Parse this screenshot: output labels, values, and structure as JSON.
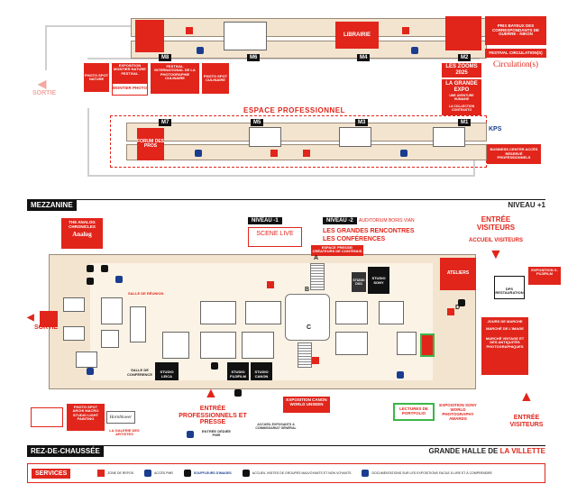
{
  "levels": {
    "mezzanine": "MEZZANINE",
    "niveau_plus1": "NIVEAU +1",
    "rdc": "REZ-DE-CHAUSSÉE",
    "hall_prefix": "GRANDE HALLE DE",
    "hall_name": "LA VILLETTE"
  },
  "upper": {
    "sortie": "SORTIE",
    "espace_pro": "ESPACE PROFESSIONNEL",
    "m_labels": [
      "M8",
      "M6",
      "M4",
      "M2",
      "M7",
      "M5",
      "M3",
      "M1"
    ],
    "librairie": "LIBRAIRIE",
    "forum_pros": "FORUM DES PROS",
    "prix_bayeux": "PRIX BAYEUX DES CORRESPONDANTS DE GUERRE - NIKON",
    "festival_circulation": "FESTIVAL CIRCULATION(S)",
    "circulations_logo": "Circulation(s)",
    "les_zooms": "LES ZOOMS 2025",
    "grande_expo": "LA GRANDE EXPO",
    "grande_expo_sub": "UNE AVENTURE HUMAINE",
    "collection": "LA COLLECTION CONTRASTO",
    "business": "BUSINESS CENTER ACCÈS RÉSERVÉ PROFESSIONNELS",
    "kps": "KPS",
    "photo_spot_nature": "PHOTO SPOT NATURE",
    "expo_montier": "EXPOSITION MONTIER NATURE FESTIVAL",
    "montier_logo": "MONTIER PHOTO",
    "festival_intl": "FESTIVAL INTERNATIONAL DE LA PHOTOGRAPHIE CULINAIRE",
    "photo_spot_culinaire": "PHOTO SPOT CULINAIRE"
  },
  "lower": {
    "niveau_moins1": "NIVEAU -1",
    "niveau_moins2": "NIVEAU -2",
    "auditorium": "AUDITORIUM BORIS VIAN",
    "scene_live": "SCENE LIVE",
    "grandes_rencontres": "LES GRANDES RENCONTRES",
    "conferences": "LES CONFÉRENCES",
    "espace_presse": "ESPACE PRESSE/ CRÉATEURS DE CONTENUS",
    "analog_chronicles": "THE ANALOG CHRONICLES",
    "analog_logo": "Analog",
    "sortie": "SORTIE",
    "salle_reunion": "SALLE DE RÉUNION",
    "salle_conference": "SALLE DE CONFÉRENCE",
    "studio_leica": "STUDIO LEICA",
    "studio_fujifilm": "STUDIO FUJIFILM",
    "studio_canon": "STUDIO CANON",
    "studio_sony": "STUDIO SONY",
    "studio_dxo": "STUDIO DXO",
    "ateliers": "ATELIERS",
    "entree_visiteurs": "ENTRÉE VISITEURS",
    "accueil_visiteurs": "ACCUEIL VISITEURS",
    "entree_visiteurs_bottom": "ENTRÉE VISITEURS",
    "expo_fujifilm": "EXPOSITION X-FUJIFILM",
    "dps_restauration": "DPS RESTAURATION",
    "jours_marche": "JOURS DE MARCHE",
    "marche_dates": "MARCHÉ DE L'IMAGE",
    "marche_vintage": "MARCHÉ VINTAGE ET DES ANTIQUITÉS PHOTOGRAPHIQUES",
    "lectures": "LECTURES DE PORTFOLIO",
    "expo_sony": "EXPOSITION SONY WORLD PHOTOGRAPHY AWARDS",
    "expo_canon": "EXPOSITION CANON WORLD UNSEEN",
    "accueil_exposants": "ACCUEIL EXPOSANTS & COMMISSARIAT GÉNÉRAL",
    "entree_pro": "ENTRÉE PROFESSIONNELS ET PRESSE",
    "entree_pmr": "ENTRÉE DÉDIÉE PMR",
    "photo_spot_macro": "PHOTO SPOT ARCHI MACRO STUDIO LIGHT PAINTING",
    "galerie_artistes": "LA GALERIE DES ARTISTES",
    "hornblower": "Hornblower",
    "letters": [
      "A",
      "B",
      "C",
      "D"
    ]
  },
  "services": {
    "title": "SERVICES",
    "items": [
      "ZONE DE REPOS",
      "ACCÈS PMR",
      "SOUFFLEURS D'IMAGES",
      "ACCUEIL VISITES DE GROUPES MALVOYANTS ET NON VOYANTS",
      "DOCUMENTATIONS SUR LES EXPOSITIONS FACILE À LIRE ET À COMPRENDRE"
    ]
  },
  "colors": {
    "accent": "#e1251b",
    "floor": "#f3e4cf",
    "navy": "#1a3d8f",
    "green": "#3cb54a"
  }
}
